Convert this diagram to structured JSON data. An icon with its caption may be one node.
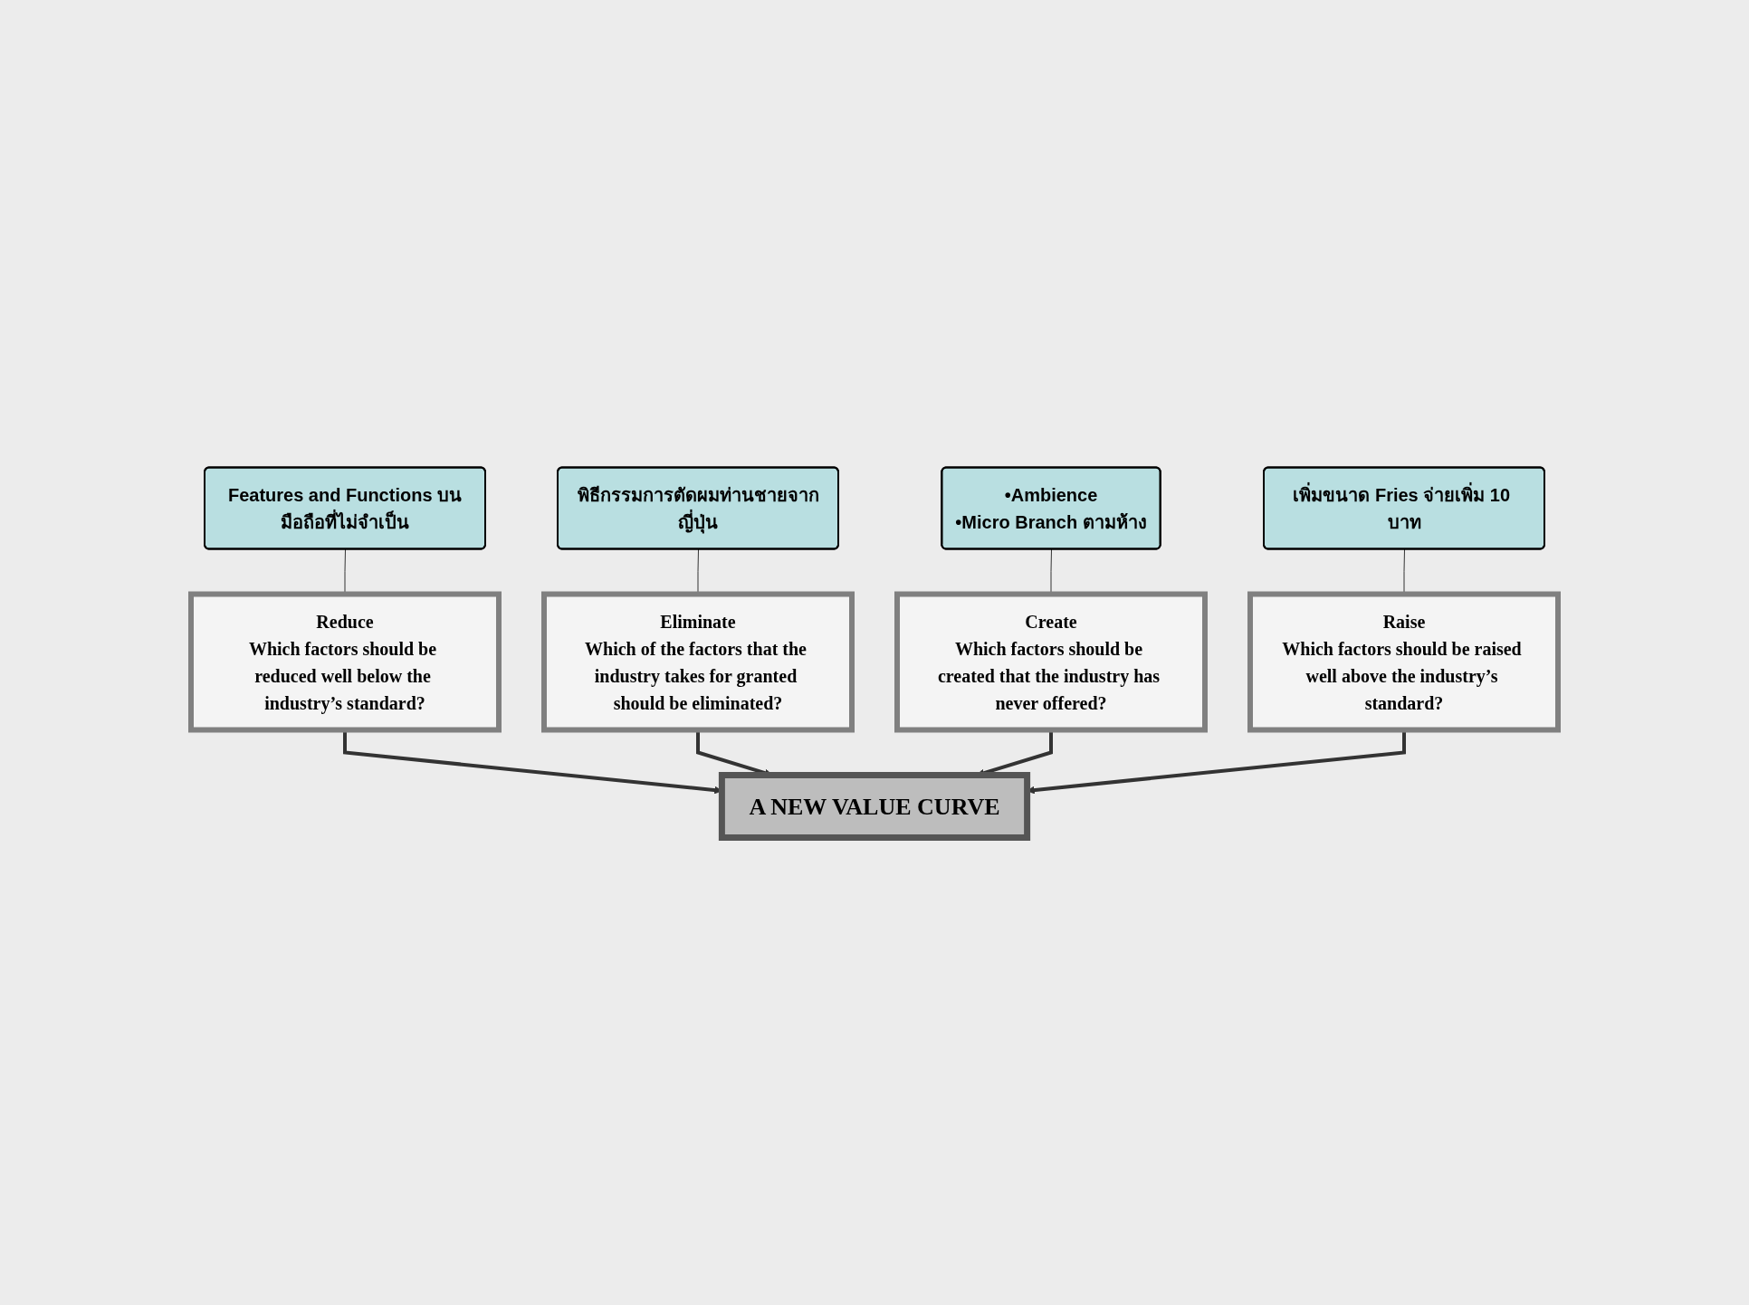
{
  "diagram": {
    "nodes": [
      {
        "text": [
          "Features and Functions บนมือถือที่ไม่จำเป็น"
        ]
      },
      {
        "text": [
          "Reduce",
          "Which factors should be reduced well below the industry’s standard?"
        ]
      },
      {
        "text": [
          "•Ambience",
          "•Micro Branch ตามห้าง"
        ]
      },
      {
        "text": [
          "Eliminate",
          "Which of the factors that the industry takes for granted should be eliminated?"
        ]
      },
      {
        "text": [
          "A NEW VALUE CURVE"
        ]
      },
      {
        "text": [
          "Create",
          "Which factors should be created that the industry has never offered?"
        ]
      },
      {
        "text": [
          "พิธีกรรมการตัดผมท่านชายจากญี่ปุ่น"
        ]
      },
      {
        "text": [
          "Raise",
          "Which factors should be raised well above the industry’s standard?"
        ]
      },
      {
        "text": [
          "เพิ่มขนาด Fries จ่ายเพิ่ม 10 บาท"
        ]
      }
    ],
    "edges": [
      {
        "from": 1,
        "to": 4,
        "arrow": "to",
        "style": "thick"
      },
      {
        "from": 3,
        "to": 4,
        "arrow": "to",
        "style": "thick"
      },
      {
        "from": 5,
        "to": 4,
        "arrow": "to",
        "style": "thick"
      },
      {
        "from": 7,
        "to": 4,
        "arrow": "to",
        "style": "thick"
      },
      {
        "from": 0,
        "to": 1,
        "arrow": "none"
      },
      {
        "from": 2,
        "to": 5,
        "arrow": "none"
      },
      {
        "from": 6,
        "to": 3,
        "arrow": "none"
      },
      {
        "from": 8,
        "to": 7,
        "arrow": "none"
      }
    ]
  }
}
